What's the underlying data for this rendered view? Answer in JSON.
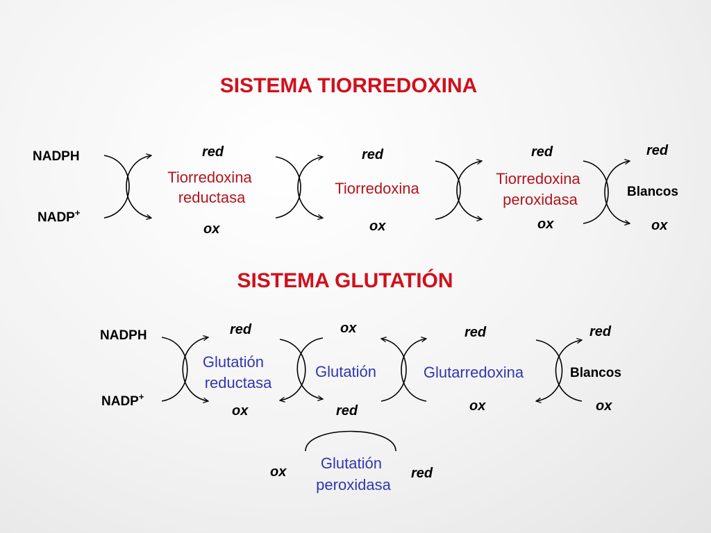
{
  "thioredoxin": {
    "title": "SISTEMA TIORREDOXINA",
    "nadph": "NADPH",
    "nadp": "NADP",
    "nadp_sup": "+",
    "enzyme1": [
      "Tiorredoxina",
      "reductasa"
    ],
    "enzyme2": "Tiorredoxina",
    "enzyme3": [
      "Tiorredoxina",
      "peroxidasa"
    ],
    "targets": "Blancos",
    "red": "red",
    "ox": "ox"
  },
  "glutathione": {
    "title": "SISTEMA GLUTATIÓN",
    "nadph": "NADPH",
    "nadp": "NADP",
    "nadp_sup": "+",
    "enzyme1": [
      "Glutatión",
      "reductasa"
    ],
    "enzyme2": "Glutatión",
    "enzyme3": "Glutarredoxina",
    "targets": "Blancos",
    "enzyme4": [
      "Glutatión",
      "peroxidasa"
    ],
    "red": "red",
    "ox": "ox"
  },
  "colors": {
    "title": "#d0101c",
    "thioredoxin_enzymes": "#b3141f",
    "glutathione_enzymes": "#3136b0"
  }
}
